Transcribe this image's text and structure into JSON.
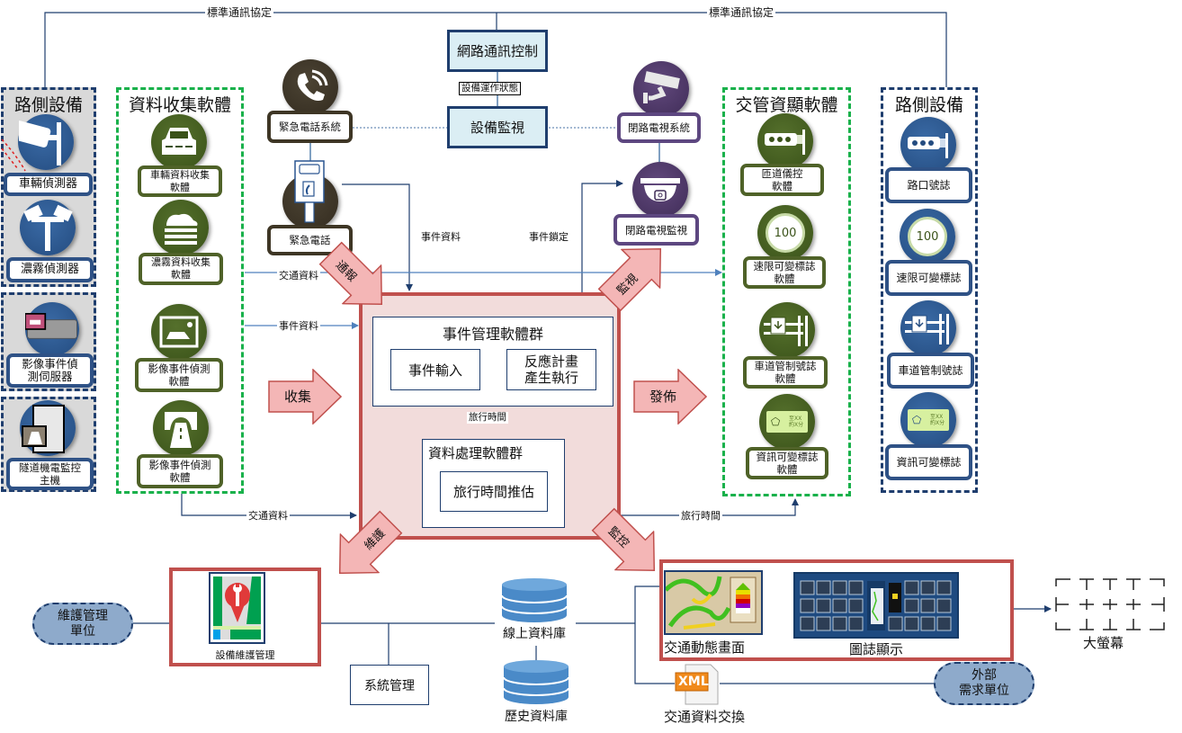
{
  "protocol_labels": {
    "left": "標準通訊協定",
    "right": "標準通訊協定"
  },
  "network": {
    "control": "網路通訊控制",
    "status": "設備運作狀態",
    "monitor": "設備監視"
  },
  "left_roadside": {
    "title": "路側設備",
    "items": [
      {
        "label": "車輛偵測器",
        "icon": "vehicle-detector-icon"
      },
      {
        "label": "濃霧偵測器",
        "icon": "fog-detector-icon"
      }
    ]
  },
  "video_server": {
    "label": "影像事件偵測伺服器",
    "line1": "影像事件偵",
    "line2": "測伺服器"
  },
  "tunnel_host": {
    "line1": "隧道機電監控",
    "line2": "主機"
  },
  "collection": {
    "title": "資料收集軟體",
    "items": [
      {
        "line1": "車輛資料收集",
        "line2": "軟體"
      },
      {
        "line1": "濃霧資料收集",
        "line2": "軟體"
      },
      {
        "line1": "影像事件偵測",
        "line2": "軟體"
      },
      {
        "line1": "影像事件偵測",
        "line2": "軟體"
      }
    ]
  },
  "emergency": {
    "system": "緊急電話系統",
    "phone": "緊急電話"
  },
  "cctv": {
    "system": "閉路電視系統",
    "monitor": "閉路電視監視"
  },
  "flow_labels": {
    "event_data_top": "事件資料",
    "event_lock": "事件鎖定",
    "traffic_data_top": "交通資料",
    "event_data_left": "事件資料",
    "traffic_data_bottom": "交通資料",
    "travel_time_right": "旅行時間",
    "travel_time_inner": "旅行時間"
  },
  "big_arrows": {
    "report": "通報",
    "watch": "監視",
    "collect": "收集",
    "publish": "發佈",
    "maintain": "維護",
    "control": "監控"
  },
  "core": {
    "event_group": "事件管理軟體群",
    "event_input": "事件輸入",
    "response_line1": "反應計畫",
    "response_line2": "產生執行",
    "data_group": "資料處理軟體群",
    "travel_estimate": "旅行時間推估"
  },
  "display_software": {
    "title": "交管資顯軟體",
    "items": [
      {
        "line1": "匝道儀控",
        "line2": "軟體"
      },
      {
        "line1": "速限可變標誌",
        "line2": "軟體"
      },
      {
        "line1": "車道管制號誌",
        "line2": "軟體"
      },
      {
        "line1": "資訊可變標誌",
        "line2": "軟體"
      }
    ]
  },
  "right_roadside": {
    "title": "路側設備",
    "items": [
      {
        "label": "路口號誌"
      },
      {
        "label": "速限可變標誌"
      },
      {
        "label": "車道管制號誌"
      },
      {
        "label": "資訊可變標誌"
      }
    ]
  },
  "speed_value": "100",
  "cms_text": {
    "line1": "至XX",
    "line2": "約X分"
  },
  "bottom": {
    "maint_unit_line1": "維護管理",
    "maint_unit_line2": "單位",
    "equipment_maint": "設備維護管理",
    "system_mgmt": "系統管理",
    "online_db": "線上資料庫",
    "history_db": "歷史資料庫",
    "traffic_screen": "交通動態畫面",
    "graphic_display": "圖誌顯示",
    "big_screen": "大螢幕",
    "xml_label": "XML",
    "data_exchange": "交通資料交換",
    "external_line1": "外部",
    "external_line2": "需求單位"
  },
  "colors": {
    "navy": "#1f3e6e",
    "green_dash": "#19b14b",
    "core_red": "#c0504d",
    "core_fill": "#f2dcdb",
    "arrow_fill": "#f4b6b6",
    "light_blue_box": "#dbeef4"
  }
}
